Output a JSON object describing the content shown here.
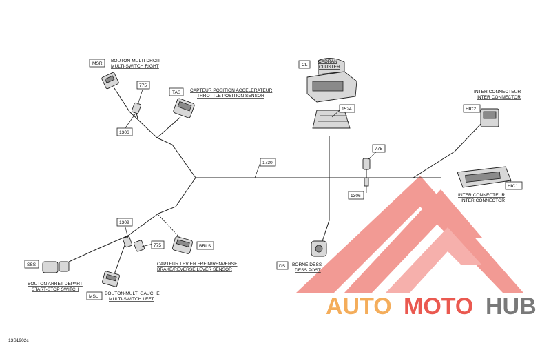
{
  "labels": {
    "msr": {
      "code": "MSR",
      "line1": "BOUTON-MULTI DROIT",
      "line2": "MULTI-SWITCH RIGHT"
    },
    "tas": {
      "code": "TAS",
      "line1": "CAPTEUR POSITION ACCELERATEUR",
      "line2": "THROTTLE POSITION SENSOR"
    },
    "cl": {
      "code": "CL",
      "line1": "CADRAN",
      "line2": "CLUSTER"
    },
    "hic2": {
      "code": "HIC2",
      "line1": "INTER CONNECTEUR",
      "line2": "INTER CONNECTOR"
    },
    "hic1": {
      "code": "HIC1",
      "line1": "INTER CONNECTEUR",
      "line2": "INTER CONNECTOR"
    },
    "brls": {
      "code": "BRLS",
      "line1": "CAPTEUR LEVIER FREIN/RENVERSE",
      "line2": "BRAKE/REVERSE LEVER SENSOR"
    },
    "ds": {
      "code": "DS",
      "line1": "BORNE DESS",
      "line2": "DESS POST"
    },
    "sss": {
      "code": "SSS",
      "line1": "BOUTON ARRET-DEPART",
      "line2": "START-STOP SWITCH"
    },
    "msl": {
      "code": "MSL",
      "line1": "BOUTON-MULTI GAUCHE",
      "line2": "MULTI-SWITCH LEFT"
    }
  },
  "parts": {
    "p775_top": "775",
    "p1306_top": "1306",
    "p1730": "1730",
    "p1524": "1524",
    "p775_right": "775",
    "p1306_right": "1306",
    "p1309": "1309",
    "p775_bottom": "775"
  },
  "figure_id": "13S1902c",
  "watermark": {
    "auto": "AUTO",
    "moto": "MOTO",
    "hub": "HUB",
    "color_red": "#e8483e",
    "color_orange": "#f3a54a",
    "color_gray": "#6b6b6b"
  }
}
